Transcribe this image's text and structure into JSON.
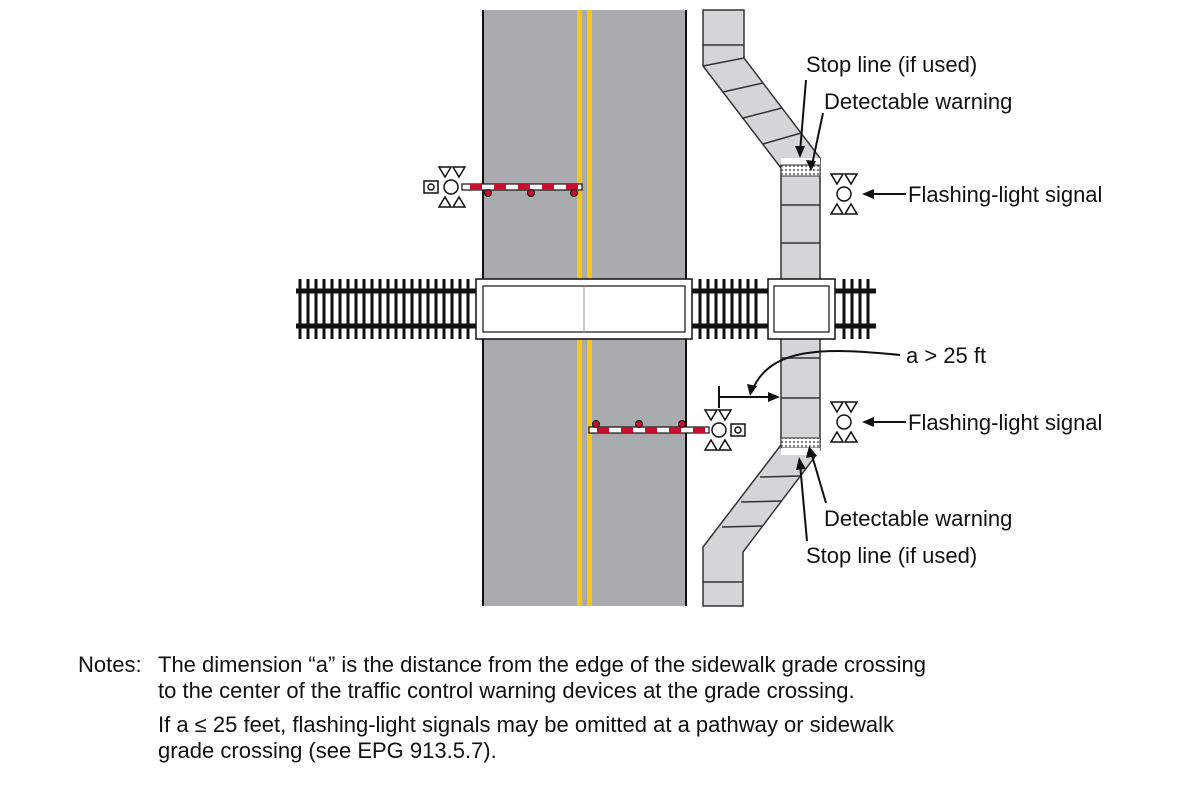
{
  "labels": {
    "stop_line_top": "Stop line (if used)",
    "detectable_warning_top": "Detectable warning",
    "flashing_top": "Flashing-light signal",
    "dimension": "a > 25 ft",
    "flashing_bottom": "Flashing-light signal",
    "detectable_warning_bottom": "Detectable warning",
    "stop_line_bottom": "Stop line (if used)"
  },
  "notes": {
    "heading": "Notes:",
    "note1_line1": "The dimension “a” is the distance from the edge of the sidewalk grade crossing",
    "note1_line2": "to the center of the traffic control warning devices at the grade crossing.",
    "note2_line1": "If a ≤ 25 feet, flashing-light signals may be omitted at a pathway or sidewalk",
    "note2_line2": "grade crossing (see EPG 913.5.7)."
  },
  "colors": {
    "road": "#a9abae",
    "centerline": "#f5c518",
    "sidewalk": "#d4d5d7",
    "rail": "#111111",
    "gate_red": "#c8102e"
  }
}
